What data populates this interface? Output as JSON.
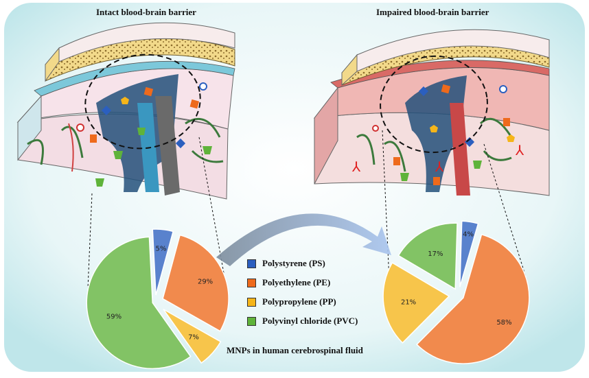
{
  "titles": {
    "intact": "Intact blood-brain barrier",
    "impaired": "Impaired  blood-brain barrier"
  },
  "legend": [
    {
      "label": "Polystyrene (PS)",
      "color": "#2b5fbf"
    },
    {
      "label": "Polyethylene (PE)",
      "color": "#ee6a1c"
    },
    {
      "label": "Polypropylene (PP)",
      "color": "#f5b519"
    },
    {
      "label": "Polyvinyl chloride (PVC)",
      "color": "#5fb33a"
    }
  ],
  "caption": "MNPs in human cerebrospinal fluid",
  "chart_data": [
    {
      "type": "pie",
      "categories": [
        "Polystyrene (PS)",
        "Polyethylene (PE)",
        "Polypropylene (PP)",
        "Polyvinyl chloride (PVC)"
      ],
      "values": [
        5,
        29,
        7,
        59
      ],
      "labels": [
        "5%",
        "29%",
        "7%",
        "59%"
      ]
    },
    {
      "type": "pie",
      "categories": [
        "Polystyrene (PS)",
        "Polyethylene (PE)",
        "Polypropylene (PP)",
        "Polyvinyl chloride (PVC)"
      ],
      "values": [
        4,
        58,
        21,
        17
      ],
      "labels": [
        "4%",
        "58%",
        "21%",
        "17%"
      ]
    }
  ]
}
